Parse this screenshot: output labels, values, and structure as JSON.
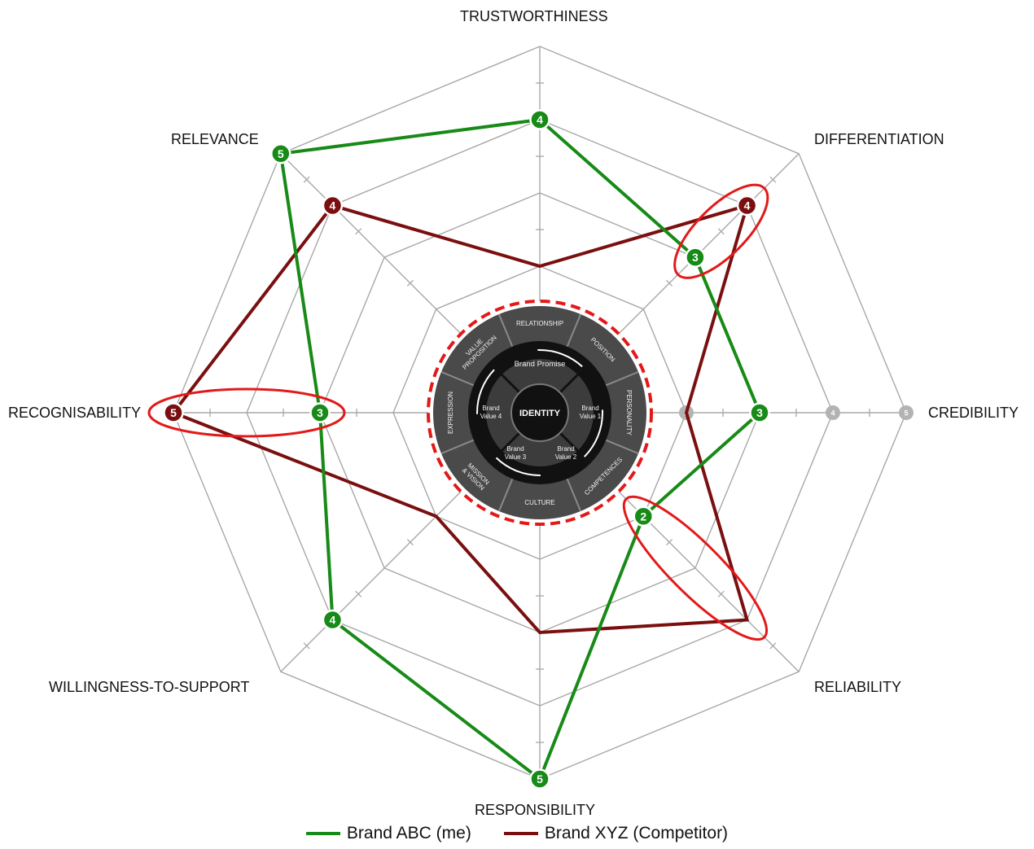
{
  "chart_data": {
    "type": "radar",
    "axes": [
      "TRUSTWORTHINESS",
      "DIFFERENTIATION",
      "CREDIBILITY",
      "RELIABILITY",
      "RESPONSIBILITY",
      "WILLINGNESS-TO-SUPPORT",
      "RECOGNISABILITY",
      "RELEVANCE"
    ],
    "scale_max": 5,
    "scale_tick_labels": [
      "2",
      "4",
      "5"
    ],
    "series": [
      {
        "name": "Brand ABC (me)",
        "color": "#178a17",
        "values": [
          4,
          3,
          3,
          2,
          5,
          4,
          3,
          5
        ],
        "point_labels": [
          "4",
          "3",
          "3",
          "2",
          "5",
          "4",
          "3",
          "5"
        ]
      },
      {
        "name": "Brand XYZ (Competitor)",
        "color": "#7a0f0f",
        "values": [
          2,
          4,
          2,
          4,
          3,
          2,
          5,
          4
        ],
        "point_labels": [
          "",
          "4",
          "",
          "",
          "",
          "",
          "5",
          "4"
        ]
      }
    ],
    "highlight_color": "#e31919",
    "center_graphic": {
      "core": "IDENTITY",
      "middle_ring": "Brand Promise",
      "values": [
        "Brand\nValue 1",
        "Brand\nValue 2",
        "Brand\nValue 3",
        "Brand\nValue 4"
      ],
      "outer_ring": [
        "RELATIONSHIP",
        "POSITION",
        "PERSONALITY",
        "COMPETENCES",
        "CULTURE",
        "MISSION\n& VISION",
        "EXPRESSION",
        "VALUE\nPROPOSITION"
      ]
    },
    "grid": true,
    "legend_position": "bottom"
  }
}
